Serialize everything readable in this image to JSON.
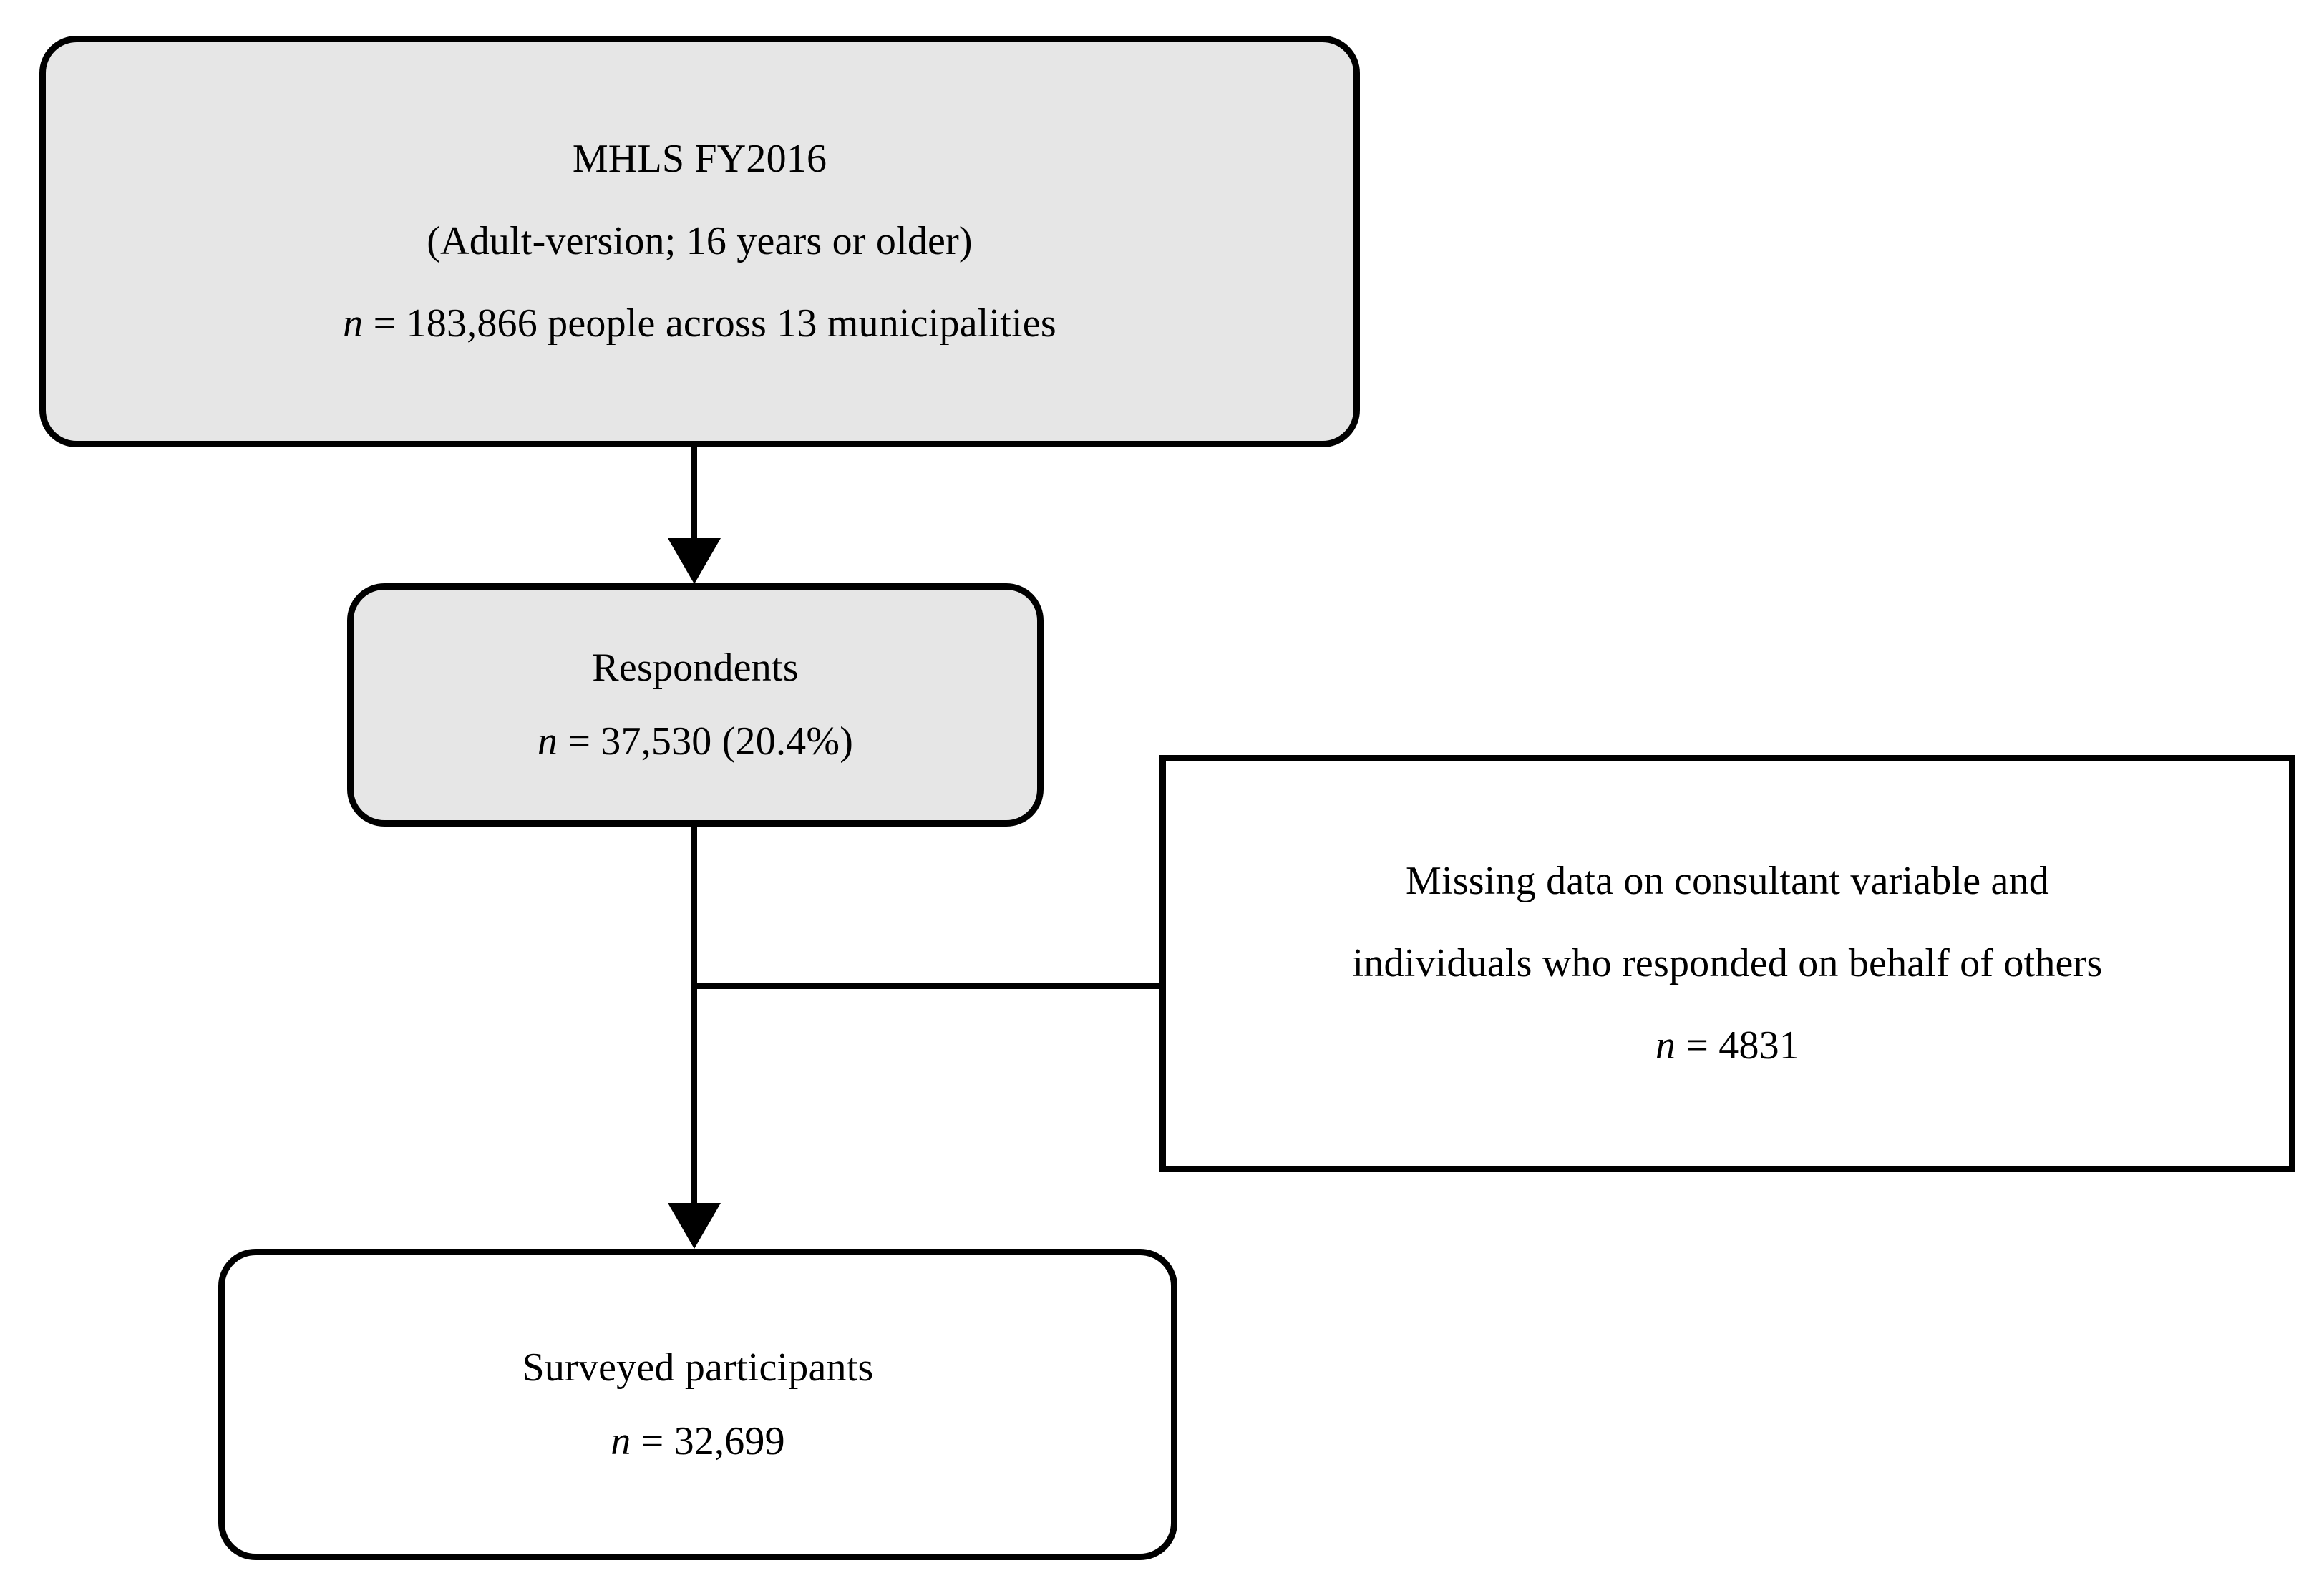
{
  "diagram": {
    "type": "participant-flow-chart",
    "orientation": "top-to-bottom",
    "colors": {
      "shaded_fill": "#e6e6e6",
      "plain_fill": "#ffffff",
      "stroke": "#000000",
      "background": "#ffffff"
    },
    "nodes": [
      {
        "id": "source",
        "name": "source-population-box",
        "shape": "rounded-rectangle",
        "fill": "shaded",
        "lines": [
          {
            "text": "MHLS FY2016",
            "italic_prefix": ""
          },
          {
            "text": "(Adult-version; 16 years or older)",
            "italic_prefix": ""
          },
          {
            "text": "= 183,866 people across 13 municipalities",
            "italic_prefix": "n"
          }
        ],
        "n": 183866
      },
      {
        "id": "respondents",
        "name": "respondents-box",
        "shape": "rounded-rectangle",
        "fill": "shaded",
        "lines": [
          {
            "text": "Respondents",
            "italic_prefix": ""
          },
          {
            "text": "= 37,530 (20.4%)",
            "italic_prefix": "n"
          }
        ],
        "n": 37530,
        "percent": "20.4%"
      },
      {
        "id": "excluded",
        "name": "excluded-box",
        "shape": "rectangle",
        "fill": "plain",
        "lines": [
          {
            "text": "Missing data on consultant variable and",
            "italic_prefix": ""
          },
          {
            "text": "individuals who responded on behalf of others",
            "italic_prefix": ""
          },
          {
            "text": "= 4831",
            "italic_prefix": "n"
          }
        ],
        "n": 4831
      },
      {
        "id": "participants",
        "name": "surveyed-participants-box",
        "shape": "rounded-rectangle",
        "fill": "plain",
        "lines": [
          {
            "text": "Surveyed participants",
            "italic_prefix": ""
          },
          {
            "text": "= 32,699",
            "italic_prefix": "n"
          }
        ],
        "n": 32699
      }
    ],
    "connectors": [
      {
        "id": "source-to-respondents",
        "from": "source",
        "to": "respondents",
        "style": "arrow-down"
      },
      {
        "id": "respondents-to-participants",
        "from": "respondents",
        "to": "participants",
        "style": "arrow-down"
      },
      {
        "id": "respondents-to-excluded",
        "from": "respondents",
        "to": "excluded",
        "style": "elbow-line"
      }
    ]
  },
  "boxes": {
    "source": {
      "title": "MHLS FY2016",
      "subtitle": "(Adult-version; 16 years or older)",
      "n_symbol": "n",
      "n_text": "= 183,866 people across 13 municipalities"
    },
    "respondents": {
      "title": "Respondents",
      "n_symbol": "n",
      "n_text": "= 37,530 (20.4%)"
    },
    "excluded": {
      "line1": "Missing data on consultant variable and",
      "line2": "individuals who responded on behalf of others",
      "n_symbol": "n",
      "n_text": "= 4831"
    },
    "participants": {
      "title": "Surveyed participants",
      "n_symbol": "n",
      "n_text": "= 32,699"
    }
  }
}
